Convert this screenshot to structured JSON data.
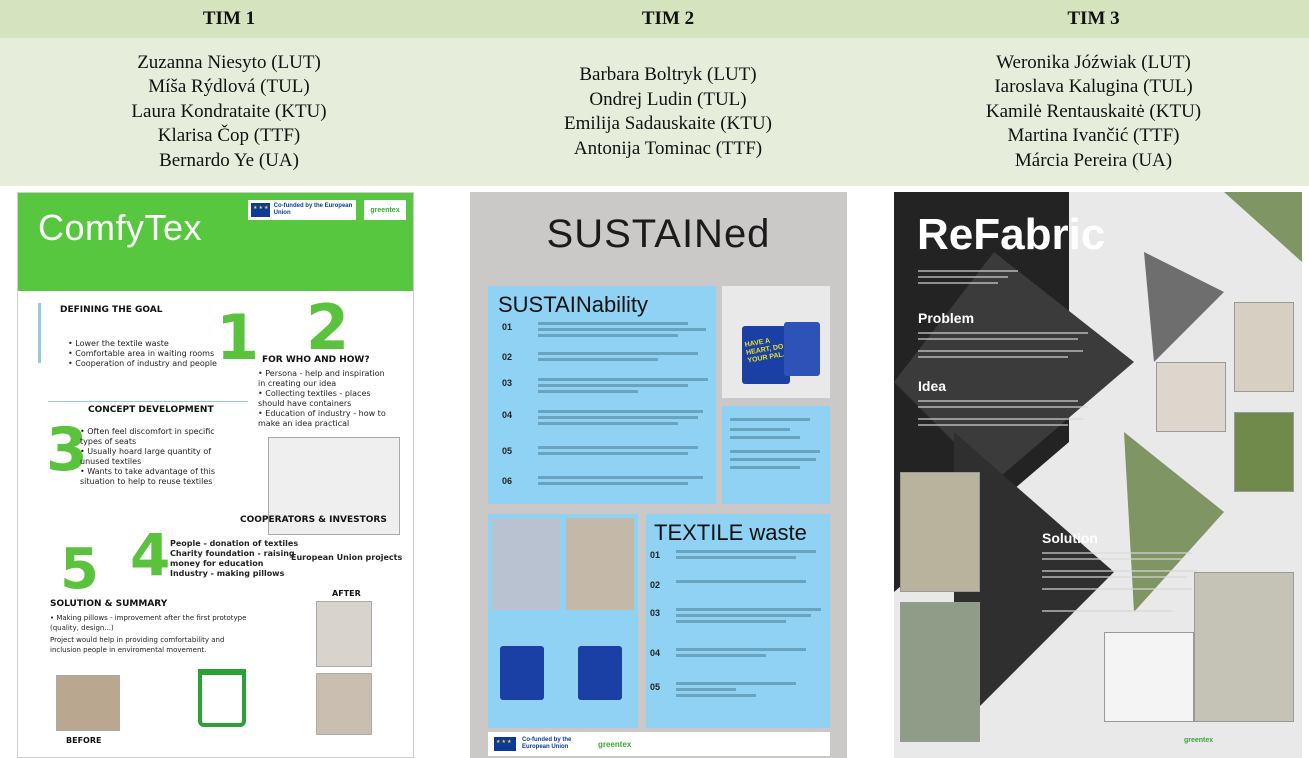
{
  "teams": [
    {
      "header": "TIM 1",
      "members": [
        "Zuzanna Niesyto (LUT)",
        "Míša Rýdlová (TUL)",
        "Laura Kondrataite (KTU)",
        "Klarisa Čop (TTF)",
        "Bernardo Ye (UA)"
      ]
    },
    {
      "header": "TIM 2",
      "members": [
        "Barbara Boltryk (LUT)",
        "Ondrej Ludin (TUL)",
        "Emilija Sadauskaite (KTU)",
        "Antonija Tominac (TTF)"
      ]
    },
    {
      "header": "TIM 3",
      "members": [
        "Weronika Jóźwiak (LUT)",
        "Iaroslava Kalugina (TUL)",
        "Kamilė Rentauskaitė (KTU)",
        "Martina Ivančić (TTF)",
        "Márcia Pereira (UA)"
      ]
    }
  ],
  "colors": {
    "header_bg": "#d6e3bf",
    "names_bg": "#e6eedb",
    "comfytex_green": "#58c740",
    "sustained_blue": "#8fd2f3",
    "refabric_green": "#7f9563"
  },
  "poster1": {
    "title": "ComfyTex",
    "eu_label": "Co-funded by the European Union",
    "greentex": "greentex",
    "sections": {
      "goal": "DEFINING THE GOAL",
      "who": "FOR WHO AND HOW?",
      "concept": "CONCEPT DEVELOPMENT",
      "coop": "COOPERATORS & INVESTORS",
      "solution": "SOLUTION & SUMMARY"
    },
    "goal_bullets": [
      "• Lower the textile waste",
      "• Comfortable area in waiting rooms",
      "• Cooperation of industry and people"
    ],
    "who_bullets": [
      "• Persona - help and inspiration",
      "  in creating our idea",
      "• Collecting textiles - places",
      "  should have containers",
      "• Education of industry - how to",
      "  make an idea practical"
    ],
    "concept_bullets": [
      "• Often feel discomfort in specific",
      "  types of seats",
      "• Usually hoard large quantity of",
      "  unused textiles",
      "• Wants to take advantage of this",
      "  situation to help to reuse textiles"
    ],
    "coop_lines": [
      "People - donation of textiles",
      "Charity foundation - raising",
      "money for education",
      "Industry - making pillows"
    ],
    "eu_projects": "European Union projects",
    "solution_lines": [
      "• Making pillows - improvement after the first prototype",
      "  (quality, design...)"
    ],
    "summary": [
      "Project would help in providing comfortability and",
      "inclusion people in enviromental movement."
    ],
    "after": "AFTER",
    "before": "BEFORE",
    "numbers": [
      "1",
      "2",
      "3",
      "4",
      "5"
    ]
  },
  "poster2": {
    "title": "SUSTAINed",
    "sustainability": "SUSTAINability",
    "textile_waste": "TEXTILE waste",
    "rows1": [
      "01",
      "02",
      "03",
      "04",
      "05",
      "06"
    ],
    "rows2": [
      "01",
      "02",
      "03",
      "04",
      "05"
    ],
    "bag_text": "HAVE A HEART, DO YOUR PAL.",
    "eu_label": "Co-funded by the European Union",
    "greentex": "greentex"
  },
  "poster3": {
    "title_a": "Re",
    "title_b": "Fabric",
    "problem": "Problem",
    "idea": "Idea",
    "solution": "Solution",
    "greentex": "greentex"
  }
}
